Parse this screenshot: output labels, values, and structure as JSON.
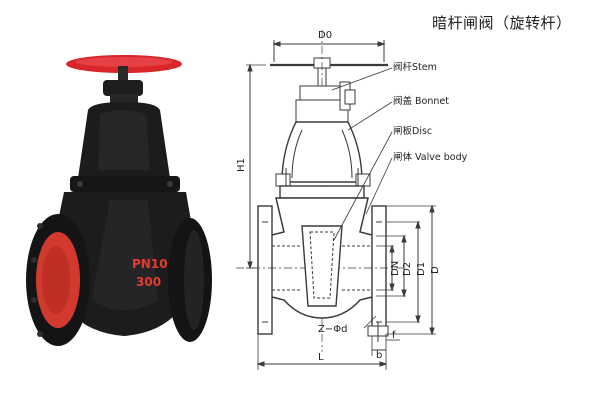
{
  "title": "暗杆闸阀（旋转杆）",
  "photo": {
    "marking_line1": "PN10",
    "marking_line2": "300",
    "colors": {
      "body": "#1c1c1e",
      "handwheel": "#d8262a",
      "bore": "#d23a2e",
      "marking": "#e63b2e"
    }
  },
  "diagram": {
    "callouts": {
      "stem": "阀杆Stem",
      "bonnet": "阀盖 Bonnet",
      "disc": "闸板Disc",
      "body": "闸体 Valve  body"
    },
    "dimensions": {
      "d0": "D0",
      "h1": "H1",
      "dn": "DN",
      "d2": "D2",
      "d1": "D1",
      "d": "D",
      "z_phi_d": "Z−Φd",
      "l": "L",
      "b": "b",
      "f": "f"
    },
    "colors": {
      "line": "#3a3a3a"
    }
  }
}
